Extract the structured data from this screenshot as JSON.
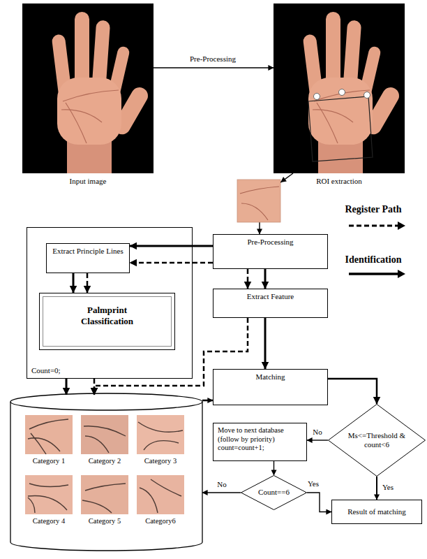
{
  "diagram": {
    "nodes": [
      {
        "text": [
          "Input image"
        ]
      },
      {
        "text": [
          "ROI extraction"
        ]
      },
      {
        "text": [
          "Pre-Processing"
        ]
      },
      {
        "text": [
          "Count=0;"
        ]
      },
      {
        "text": [
          "Extract Principle Lines"
        ],
        "in": 3
      },
      {
        "text": [
          "Palmprint Classification"
        ],
        "in": 3
      },
      {
        "text": [
          "Extract Feature"
        ]
      },
      {
        "text": [
          "Matching"
        ]
      },
      {
        "text": [
          "Category 1",
          "Category 2",
          "Category 3",
          "Category 4",
          "Category 5",
          "Category6"
        ]
      },
      {
        "text": [
          "Ms<=Threshold & count<6"
        ]
      },
      {
        "text": [
          "Move to next database (follow by priority)",
          "count=count+1;"
        ]
      },
      {
        "text": [
          "Count==6"
        ]
      },
      {
        "text": [
          "Result of matching"
        ]
      }
    ],
    "edges": [
      {
        "from": 0,
        "to": 1,
        "label": "Pre-Processing",
        "arrow": "to"
      },
      {
        "from": 1,
        "to": 2,
        "arrow": "to"
      },
      {
        "from": 2,
        "to": 4,
        "arrow": "to"
      },
      {
        "from": 2,
        "to": 4,
        "arrow": "to"
      },
      {
        "from": 2,
        "to": 6,
        "arrow": "to"
      },
      {
        "from": 2,
        "to": 6,
        "arrow": "to"
      },
      {
        "from": 4,
        "to": 5,
        "arrow": "to"
      },
      {
        "from": 4,
        "to": 5,
        "arrow": "to"
      },
      {
        "from": 3,
        "to": 8,
        "arrow": "to"
      },
      {
        "from": 3,
        "to": 8,
        "arrow": "to"
      },
      {
        "from": 6,
        "to": 8,
        "arrow": "to"
      },
      {
        "from": 6,
        "to": 7,
        "arrow": "to"
      },
      {
        "from": 8,
        "to": 7,
        "arrow": "to"
      },
      {
        "from": 7,
        "to": 9,
        "arrow": "to"
      },
      {
        "from": 9,
        "to": 10,
        "label": "No",
        "arrow": "to"
      },
      {
        "from": 9,
        "to": 12,
        "label": "Yes",
        "arrow": "to"
      },
      {
        "from": 10,
        "to": 11,
        "arrow": "to"
      },
      {
        "from": 11,
        "to": 8,
        "label": "No",
        "arrow": "to"
      },
      {
        "from": 11,
        "to": 12,
        "label": "Yes",
        "arrow": "to"
      }
    ],
    "legend": [
      {
        "text": "Register Path"
      },
      {
        "text": "Identification"
      }
    ]
  }
}
